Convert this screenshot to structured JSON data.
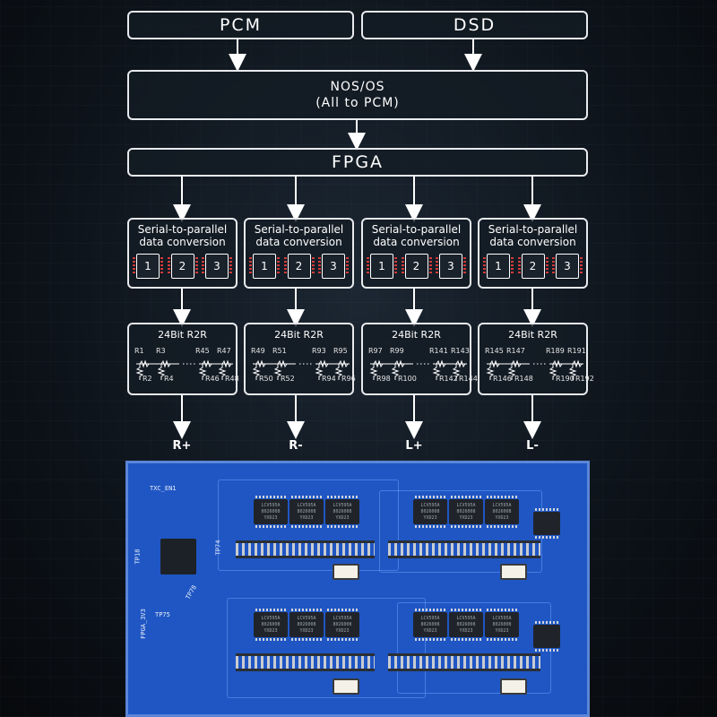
{
  "inputs": {
    "pcm": "PCM",
    "dsd": "DSD"
  },
  "nos": {
    "line1": "NOS/OS",
    "line2": "(All to PCM)"
  },
  "fpga": "FPGA",
  "channels": [
    {
      "sp_line1": "Serial-to-parallel",
      "sp_line2": "data conversion",
      "chips": [
        "1",
        "2",
        "3"
      ],
      "r2r_title": "24Bit R2R",
      "top_res": [
        "R1",
        "R3",
        "R45",
        "R47"
      ],
      "bottom_res": [
        "R2",
        "R4",
        "R46",
        "R48"
      ],
      "output": "R+"
    },
    {
      "sp_line1": "Serial-to-parallel",
      "sp_line2": "data conversion",
      "chips": [
        "1",
        "2",
        "3"
      ],
      "r2r_title": "24Bit R2R",
      "top_res": [
        "R49",
        "R51",
        "R93",
        "R95"
      ],
      "bottom_res": [
        "R50",
        "R52",
        "R94",
        "R96"
      ],
      "output": "R-"
    },
    {
      "sp_line1": "Serial-to-parallel",
      "sp_line2": "data conversion",
      "chips": [
        "1",
        "2",
        "3"
      ],
      "r2r_title": "24Bit R2R",
      "top_res": [
        "R97",
        "R99",
        "R141",
        "R143"
      ],
      "bottom_res": [
        "R98",
        "R100",
        "R142",
        "R144"
      ],
      "output": "L+"
    },
    {
      "sp_line1": "Serial-to-parallel",
      "sp_line2": "data conversion",
      "chips": [
        "1",
        "2",
        "3"
      ],
      "r2r_title": "24Bit R2R",
      "top_res": [
        "R145",
        "R147",
        "R189",
        "R191"
      ],
      "bottom_res": [
        "R146",
        "R148",
        "R190",
        "R192"
      ],
      "output": "L-"
    }
  ],
  "pcb": {
    "labels": [
      "TXC_EN1",
      "TP18",
      "TP74",
      "TP75",
      "TP78",
      "FPGA_3V3"
    ],
    "chip_text": "LCV595A\n8026008\nYXD23"
  }
}
